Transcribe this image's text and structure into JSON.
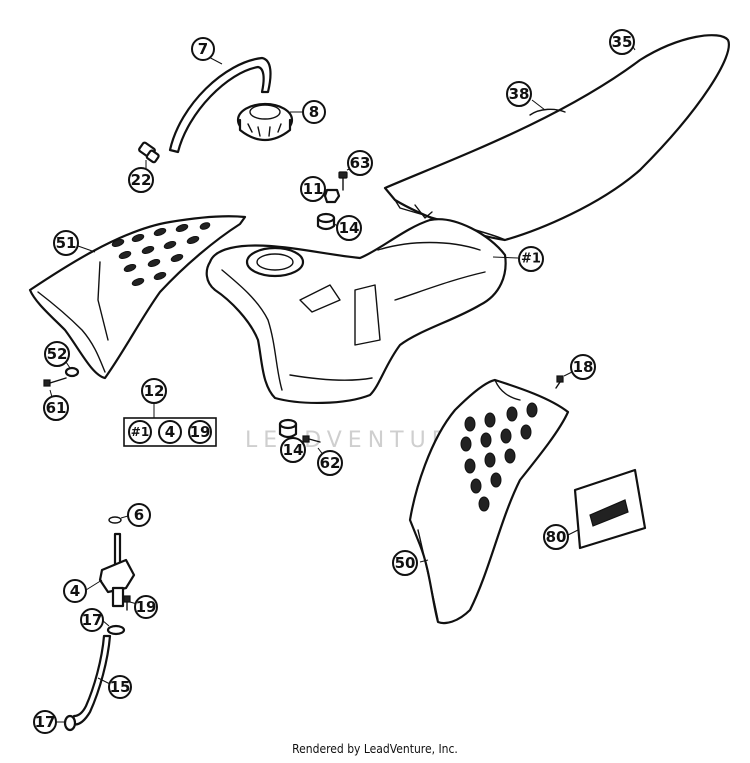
{
  "watermark": "LEADVENTURE",
  "footer": "Rendered by LeadVenture, Inc.",
  "callouts": {
    "c7": "7",
    "c8": "8",
    "c35": "35",
    "c38": "38",
    "c22": "22",
    "c63": "63",
    "c11": "11",
    "c14a": "14",
    "c51": "51",
    "c1": "#1",
    "c52": "52",
    "c61": "61",
    "c12": "12",
    "c18": "18",
    "c14b": "14",
    "c62": "62",
    "c6": "6",
    "c4": "4",
    "c19": "19",
    "c80": "80",
    "c50": "50",
    "c17a": "17",
    "c15": "15",
    "c17b": "17"
  },
  "kit": {
    "items": [
      "#1",
      "4",
      "19"
    ]
  }
}
